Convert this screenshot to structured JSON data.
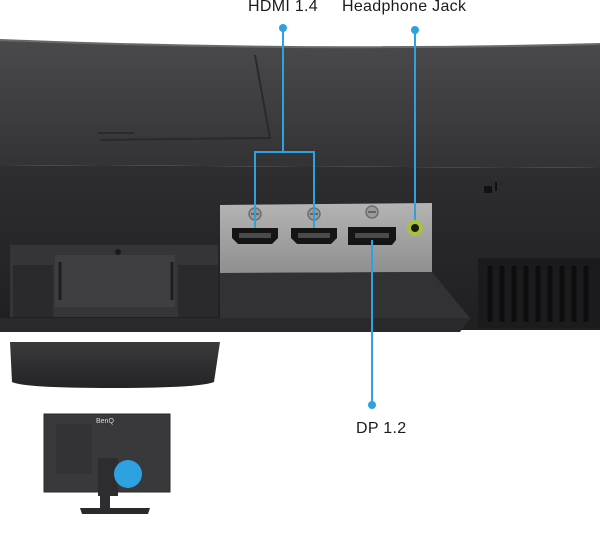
{
  "labels": {
    "hdmi": "HDMI 1.4",
    "headphone": "Headphone Jack",
    "dp": "DP 1.2"
  },
  "inset": {
    "brand": "BenQ"
  },
  "colors": {
    "callout": "#2ea2e0",
    "monitor_body": "#3b3b3d",
    "port_panel": "#a6a6a6",
    "audio_jack": "#a8c23a"
  }
}
